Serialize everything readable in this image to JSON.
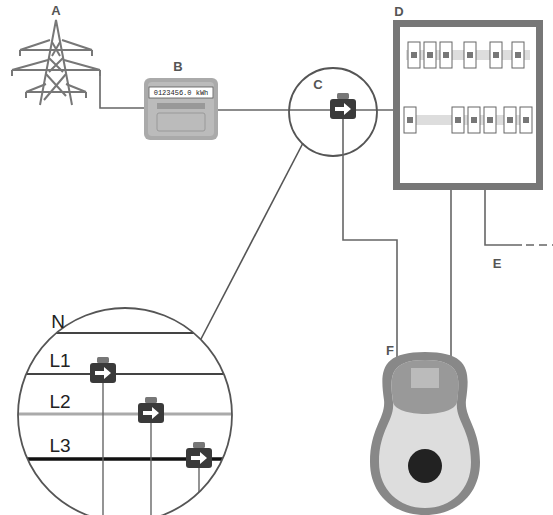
{
  "diagram": {
    "labels": [
      "A",
      "B",
      "0123456.0 kWh",
      "C",
      "D",
      "E",
      "F",
      "N",
      "L1",
      "L2",
      "L3"
    ]
  }
}
